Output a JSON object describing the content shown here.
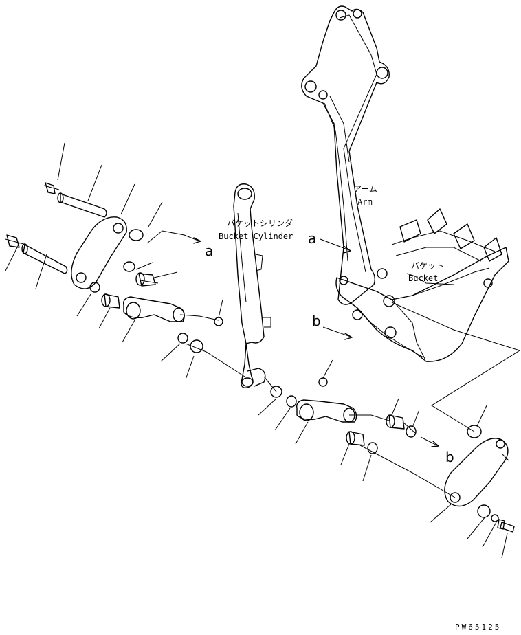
{
  "labels": {
    "bucket_cylinder_jp": "バケットシリンダ",
    "bucket_cylinder_en": "Bucket Cylinder",
    "arm_jp": "アーム",
    "arm_en": "Arm",
    "bucket_jp": "バケット",
    "bucket_en": "Bucket",
    "ref_a": "a",
    "ref_b": "b",
    "drawing_code": "PW65125"
  }
}
